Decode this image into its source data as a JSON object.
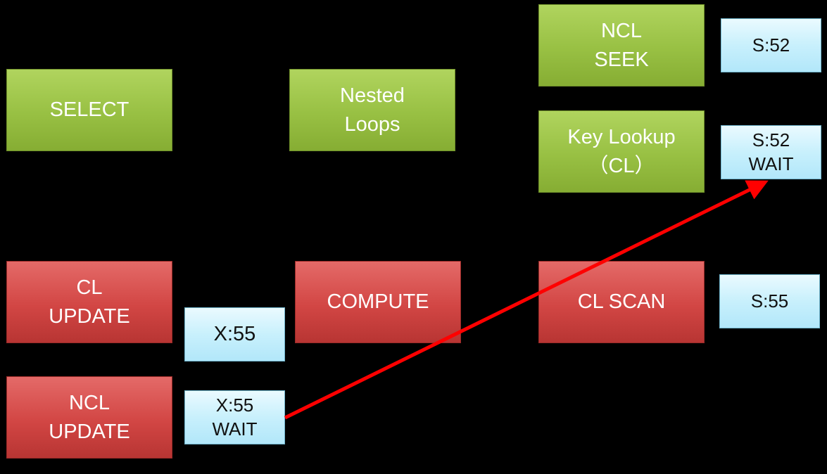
{
  "operators": {
    "select": [
      "SELECT"
    ],
    "nested_loops": [
      "Nested",
      "Loops"
    ],
    "ncl_seek": [
      "NCL",
      "SEEK"
    ],
    "key_lookup": [
      "Key Lookup",
      "（CL）"
    ],
    "cl_update": [
      "CL",
      "UPDATE"
    ],
    "compute": [
      "COMPUTE"
    ],
    "cl_scan": [
      "CL SCAN"
    ],
    "ncl_update": [
      "NCL",
      "UPDATE"
    ]
  },
  "locks": {
    "ncl_seek_lock": [
      "S:52"
    ],
    "key_lookup_lock": [
      "S:52",
      "WAIT"
    ],
    "cl_update_lock": [
      "X:55"
    ],
    "cl_scan_lock": [
      "S:55"
    ],
    "ncl_update_lock": [
      "X:55",
      "WAIT"
    ]
  },
  "colors": {
    "background": "#000000",
    "read_operator": "#98c043",
    "write_operator": "#d24644",
    "lock_label": "#c8f0fc",
    "blocking_arrow": "#ff0000"
  }
}
